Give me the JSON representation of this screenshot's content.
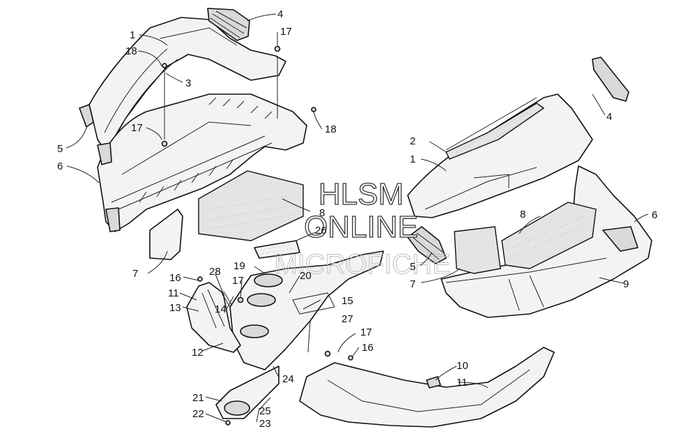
{
  "watermark": {
    "line1": "HLSM",
    "line2": "ONLINE",
    "line3": "MICROFICHE"
  },
  "callouts": {
    "c1": "1",
    "c2": "2",
    "c3": "3",
    "c4a": "4",
    "c4b": "4",
    "c5a": "5",
    "c5b": "5",
    "c6a": "6",
    "c6b": "6",
    "c7a": "7",
    "c7b": "7",
    "c8a": "8",
    "c8b": "8",
    "c9": "9",
    "c10": "10",
    "c11a": "11",
    "c11b": "11",
    "c12": "12",
    "c13": "13",
    "c14": "14",
    "c15": "15",
    "c16a": "16",
    "c16b": "16",
    "c17a": "17",
    "c17b": "17",
    "c17c": "17",
    "c17d": "17",
    "c18a": "18",
    "c18b": "18",
    "c19": "19",
    "c20": "20",
    "c21": "21",
    "c22": "22",
    "c23": "23",
    "c24": "24",
    "c25": "25",
    "c26": "26",
    "c27": "27",
    "c28": "28",
    "c1b": "1"
  }
}
